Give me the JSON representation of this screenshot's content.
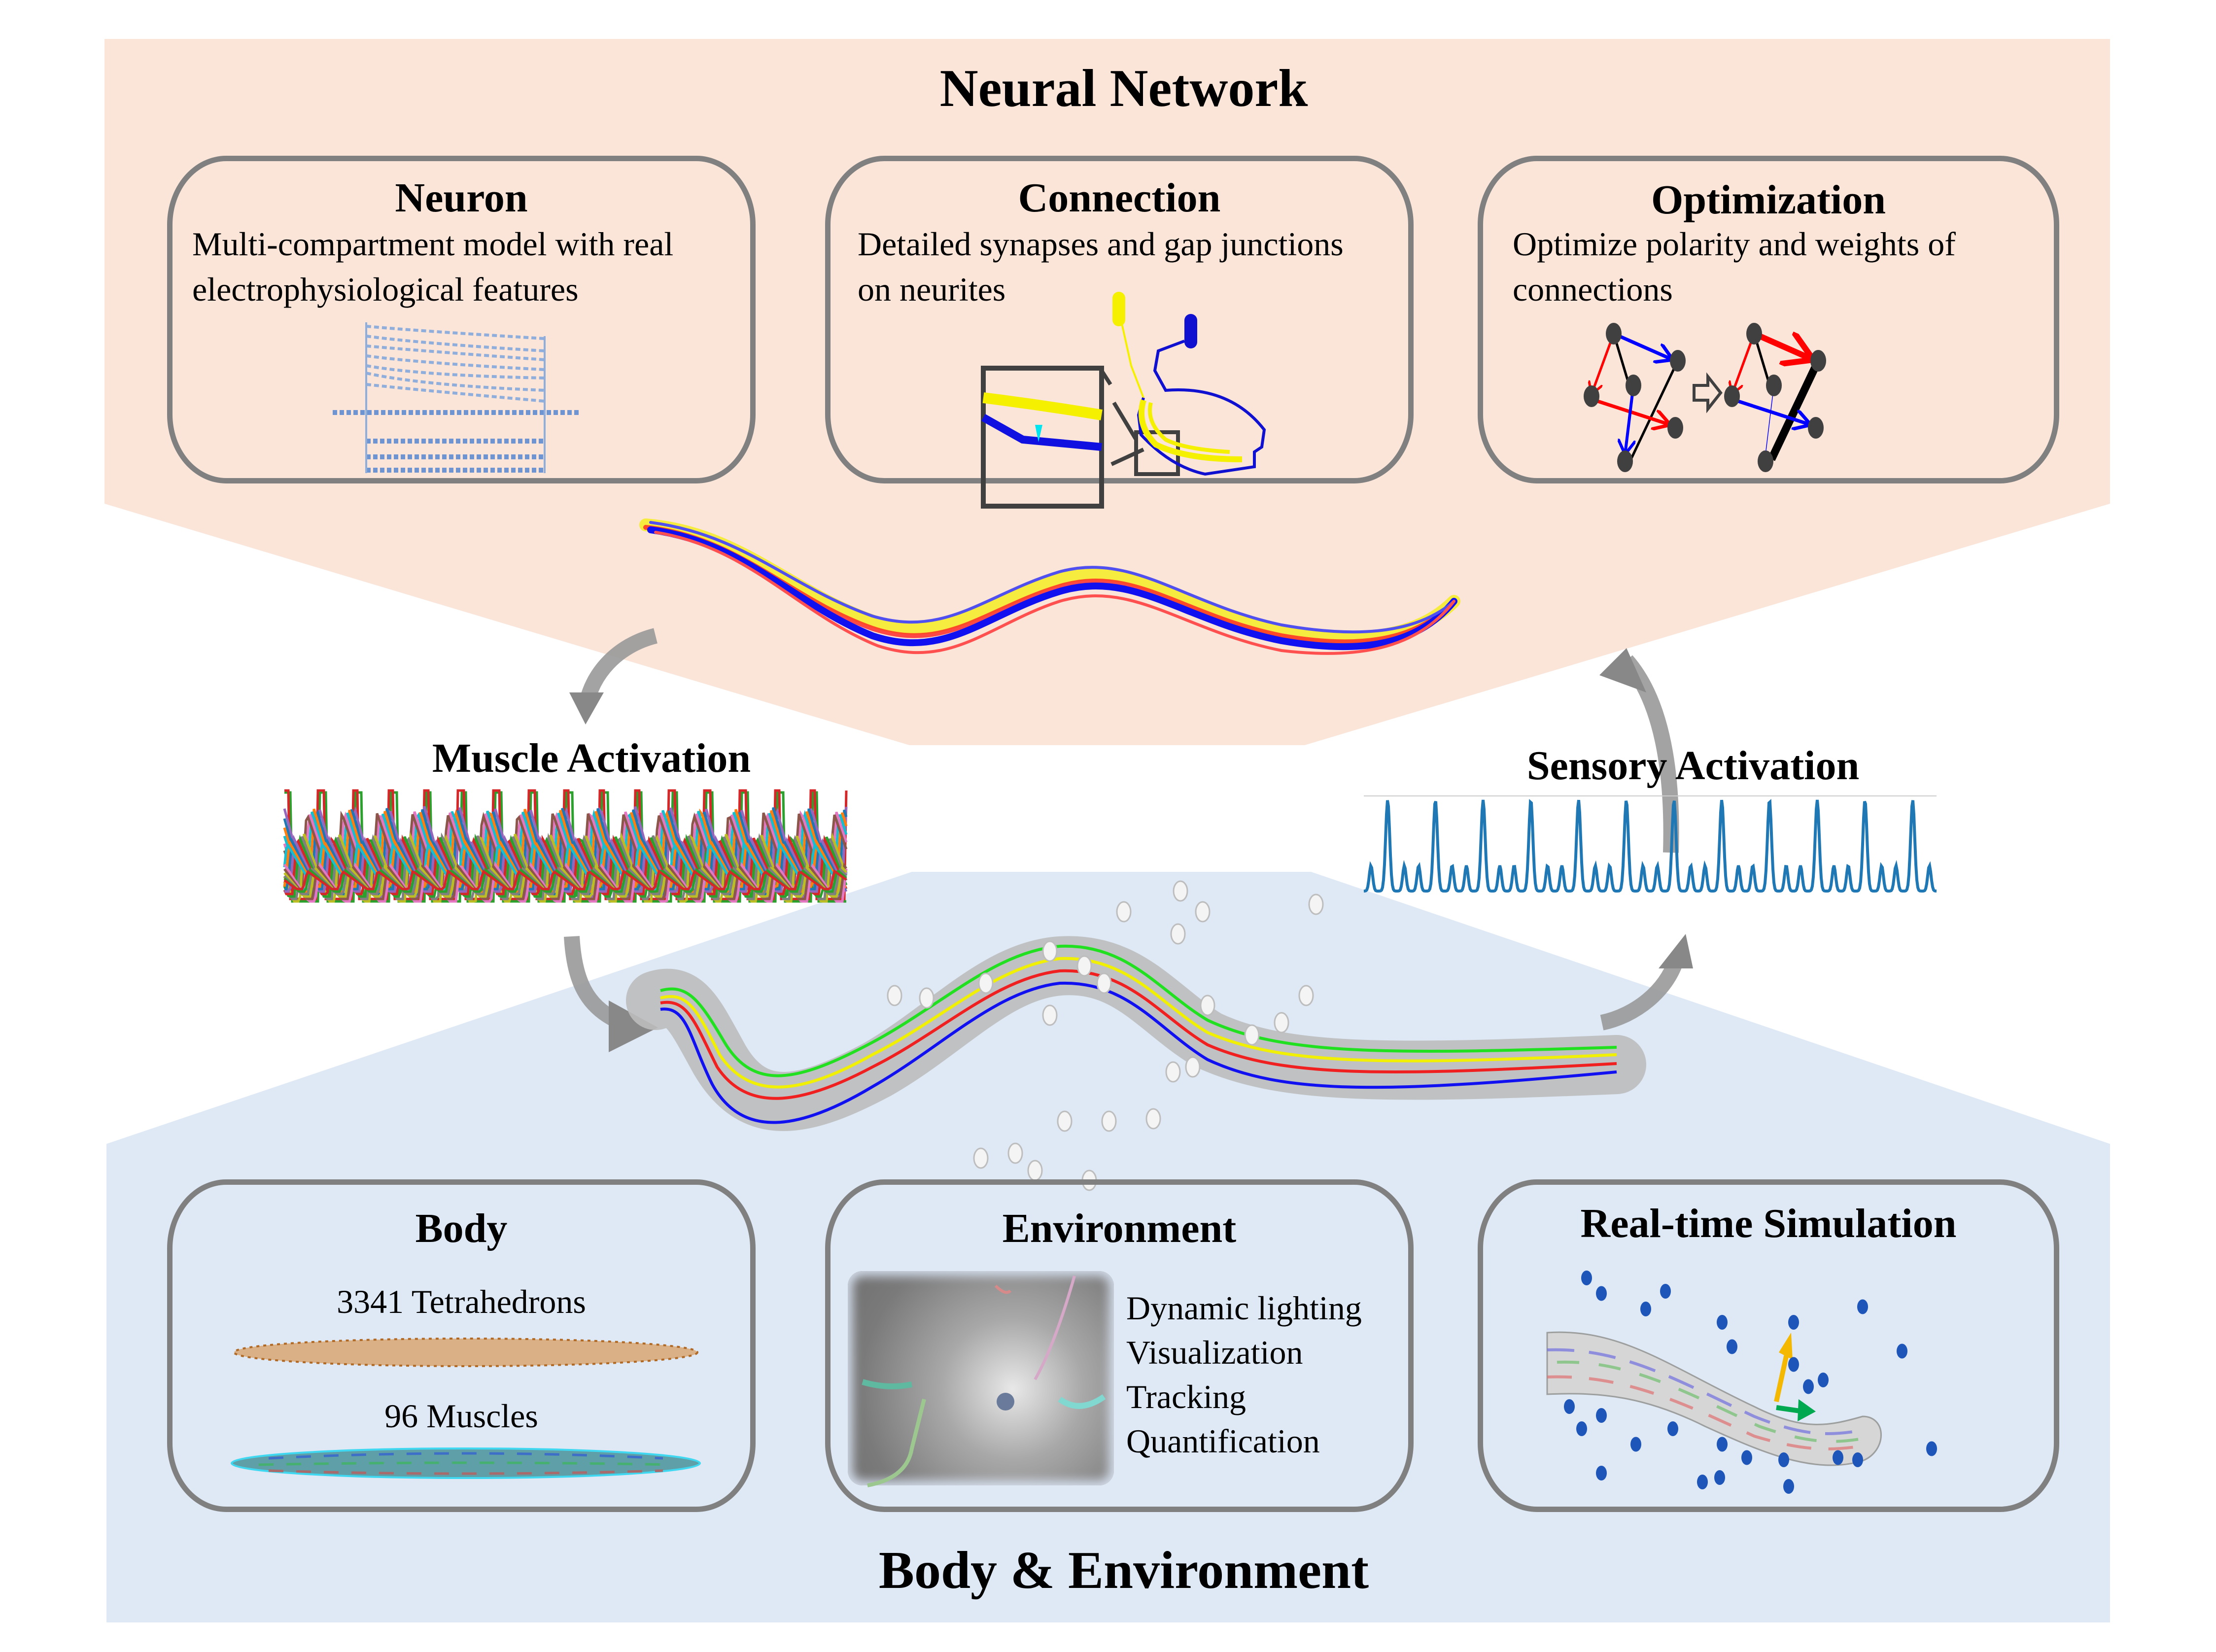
{
  "neural_network": {
    "title": "Neural Network",
    "panels": [
      {
        "id": "neuron",
        "title": "Neuron",
        "description_lines": [
          "Multi-compartment model with real",
          "electrophysiological features"
        ],
        "image": "membrane-potential-traces"
      },
      {
        "id": "connection",
        "title": "Connection",
        "description_lines": [
          "Detailed synapses and gap junctions",
          "on neurites"
        ],
        "image": "neurite-synapse-3d"
      },
      {
        "id": "optimization",
        "title": "Optimization",
        "description_lines": [
          "Optimize polarity and weights of",
          "connections"
        ],
        "image": "graph-before-after"
      }
    ]
  },
  "flow": {
    "muscle_activation": {
      "title": "Muscle Activation",
      "peaks": 16
    },
    "sensory_activation": {
      "title": "Sensory Activation",
      "peaks": 12
    },
    "arrows": [
      "neural-to-muscle",
      "muscle-to-body",
      "body-to-sensory",
      "sensory-to-neural"
    ]
  },
  "body_environment": {
    "title": "Body & Environment",
    "panels": [
      {
        "id": "body",
        "title": "Body",
        "stats": [
          "3341 Tetrahedrons",
          "96 Muscles"
        ]
      },
      {
        "id": "environment",
        "title": "Environment",
        "features": [
          "Dynamic lighting",
          "Visualization",
          "Tracking",
          "Quantification"
        ]
      },
      {
        "id": "realtime",
        "title": "Real-time Simulation"
      }
    ]
  },
  "colors": {
    "neural_bg": "#FAE5D8",
    "body_bg": "#DEE9F5",
    "box_border": "#808080",
    "arrow_gray": "#999999",
    "sensory_line": "#1F77B4",
    "excitatory": "#FF0000",
    "inhibitory": "#0000FF",
    "node": "#404040"
  }
}
